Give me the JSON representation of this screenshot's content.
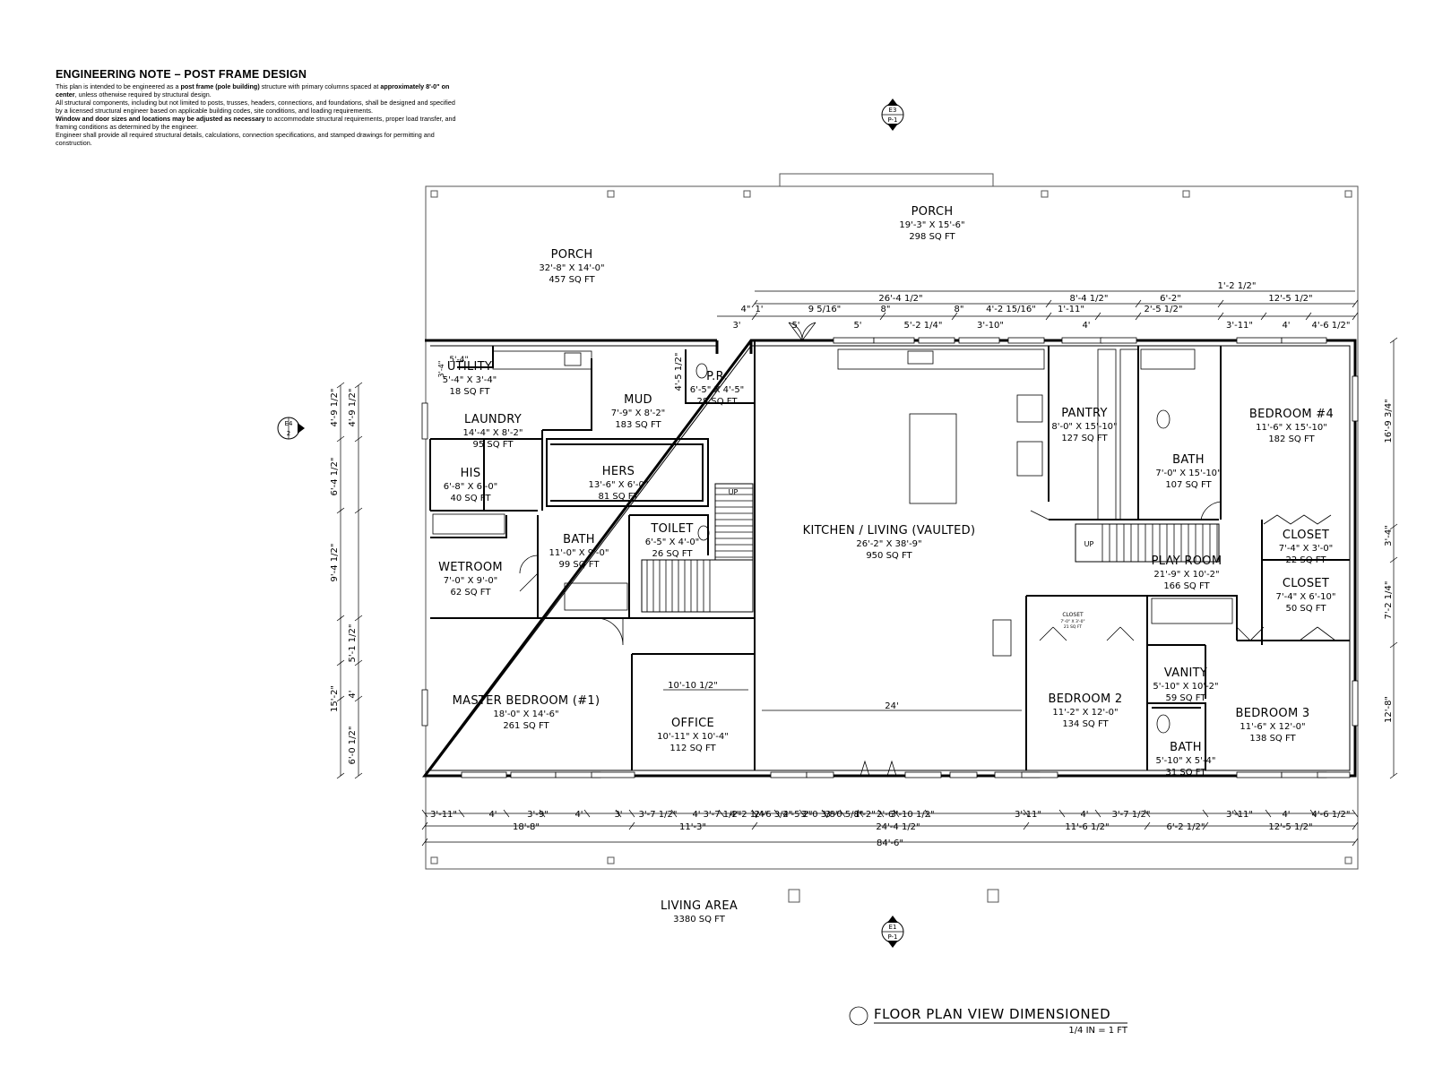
{
  "note": {
    "title": "ENGINEERING NOTE – POST FRAME DESIGN",
    "p1_a": "This plan is intended to be engineered as a ",
    "p1_b": "post frame (pole building)",
    "p1_c": " structure with primary columns spaced at ",
    "p1_d": "approximately 8'-0\" on center",
    "p1_e": ", unless otherwise required by structural design.",
    "p2": "All structural components, including but not limited to posts, trusses, headers, connections, and foundations, shall be designed and specified by a licensed structural engineer based on applicable building codes, site conditions, and loading requirements.",
    "p3_a": "Window and door sizes and locations may be adjusted as necessary",
    "p3_b": " to accommodate structural requirements, proper load transfer, and framing conditions as determined by the engineer.",
    "p4": "Engineer shall provide all required structural details, calculations, connection specifications, and stamped drawings for permitting and construction."
  },
  "markers": {
    "top": {
      "a": "E3",
      "b": "P-1"
    },
    "bottom": {
      "a": "E1",
      "b": "P-1"
    },
    "left": {
      "a": "E4",
      "b": "2"
    }
  },
  "rooms": {
    "porch_front": {
      "name": "PORCH",
      "dims": "19'-3\" X 15'-6\"",
      "area": "298 SQ FT"
    },
    "porch_side": {
      "name": "PORCH",
      "dims": "32'-8\" X 14'-0\"",
      "area": "457 SQ FT"
    },
    "utility": {
      "name": "UTILITY",
      "dims": "5'-4\" X 3'-4\"",
      "area": "18 SQ FT"
    },
    "laundry": {
      "name": "LAUNDRY",
      "dims": "14'-4\" X 8'-2\"",
      "area": "95 SQ FT"
    },
    "mud": {
      "name": "MUD",
      "dims": "7'-9\" X 8'-2\"",
      "area": "183 SQ FT"
    },
    "pr": {
      "name": "P.R.",
      "dims": "6'-5\" X 4'-5\"",
      "area": "28 SQ FT"
    },
    "his": {
      "name": "HIS",
      "dims": "6'-8\" X 6'-0\"",
      "area": "40 SQ FT"
    },
    "hers": {
      "name": "HERS",
      "dims": "13'-6\" X 6'-0\"",
      "area": "81 SQ FT"
    },
    "toilet": {
      "name": "TOILET",
      "dims": "6'-5\" X 4'-0\"",
      "area": "26 SQ FT"
    },
    "bath_master": {
      "name": "BATH",
      "dims": "11'-0\" X 9'-0\"",
      "area": "99 SQ FT"
    },
    "wetroom": {
      "name": "WETROOM",
      "dims": "7'-0\" X 9'-0\"",
      "area": "62 SQ FT"
    },
    "master": {
      "name": "MASTER BEDROOM (#1)",
      "dims": "18'-0\" X 14'-6\"",
      "area": "261 SQ FT"
    },
    "office": {
      "name": "OFFICE",
      "dims": "10'-11\" X 10'-4\"",
      "area": "112 SQ FT"
    },
    "kitchen": {
      "name": "KITCHEN / LIVING (VAULTED)",
      "dims": "26'-2\" X 38'-9\"",
      "area": "950 SQ FT"
    },
    "pantry": {
      "name": "PANTRY",
      "dims": "8'-0\" X 15'-10\"",
      "area": "127 SQ FT"
    },
    "bath_4": {
      "name": "BATH",
      "dims": "7'-0\" X 15'-10\"",
      "area": "107 SQ FT"
    },
    "bedroom4": {
      "name": "BEDROOM #4",
      "dims": "11'-6\" X 15'-10\"",
      "area": "182 SQ FT"
    },
    "closet1": {
      "name": "CLOSET",
      "dims": "7'-4\" X 3'-0\"",
      "area": "22 SQ FT"
    },
    "closet2": {
      "name": "CLOSET",
      "dims": "7'-4\" X 6'-10\"",
      "area": "50 SQ FT"
    },
    "playroom": {
      "name": "PLAY ROOM",
      "dims": "21'-9\" X 10'-2\"",
      "area": "166 SQ FT"
    },
    "vanity": {
      "name": "VANITY",
      "dims": "5'-10\" X 10'-2\"",
      "area": "59 SQ FT"
    },
    "bedroom2": {
      "name": "BEDROOM 2",
      "dims": "11'-2\" X 12'-0\"",
      "area": "134 SQ FT"
    },
    "bedroom3": {
      "name": "BEDROOM 3",
      "dims": "11'-6\" X 12'-0\"",
      "area": "138 SQ FT"
    },
    "bath_3": {
      "name": "BATH",
      "dims": "5'-10\" X 5'-4\"",
      "area": "31 SQ FT"
    },
    "closet_small": {
      "name": "CLOSET",
      "dims": "7'-0\" X 3'-0\"",
      "area": "21 SQ FT"
    }
  },
  "dims_top": {
    "r1": [
      "1'-2 1/2\""
    ],
    "r2": [
      "26'-4 1/2\"",
      "8'-4 1/2\"",
      "6'-2\"",
      "12'-5 1/2\""
    ],
    "r3": [
      "4\"",
      "1'",
      "9 5/16\"",
      "8\"",
      "8\"",
      "4'-2 15/16\"",
      "1'-11\"",
      "2'-5 1/2\""
    ],
    "r4": [
      "3'",
      "5'",
      "5'",
      "5'-2 1/4\"",
      "3'-10\"",
      "4'",
      "3'-11\"",
      "4'",
      "4'-6 1/2\""
    ]
  },
  "dims_bottom": {
    "r1": [
      "3'-11\"",
      "4'",
      "3'-9\"",
      "4'",
      "3'",
      "3'-7 1/2\"",
      "4'",
      "3'-7 1/2\"",
      "4'-2 1/4\"",
      "2'-6 3/4\"",
      "2'-5 2\"",
      "3'-0 3/8\"",
      "3'-0 5/8\"",
      "1'-2\"",
      "2'-6\"",
      "3'-10 1/2\"",
      "3'-11\"",
      "4'",
      "3'-7 1/2\"",
      "3'-11\"",
      "4'",
      "4'-6 1/2\""
    ],
    "r2": [
      "18'-8\"",
      "11'-3\"",
      "24'-4 1/2\"",
      "11'-6 1/2\"",
      "6'-2 1/2\"",
      "12'-5 1/2\""
    ],
    "r3": [
      "84'-6\""
    ]
  },
  "dims_left": {
    "outer": [
      "4'-9 1/2\"",
      "6'-4 1/2\"",
      "9'-4 1/2\"",
      "15'-2\""
    ],
    "inner": [
      "4'-9 1/2\"",
      "5'-1 1/2\"",
      "4'",
      "6'-0 1/2\""
    ],
    "pr": "4'-5 1/2\"",
    "utility": [
      "5'-4\"",
      "3'-4\""
    ]
  },
  "dims_right": [
    "16'-9 3/4\"",
    "3'-4\"",
    "7'-2 1/4\"",
    "12'-8\""
  ],
  "interior_dims": {
    "office_w": "10'-10 1/2\"",
    "living_w": "24'"
  },
  "stairs": {
    "up1": "UP",
    "up2": "UP"
  },
  "living_area": {
    "label": "LIVING AREA",
    "value": "3380 SQ FT"
  },
  "view_title": {
    "title": "FLOOR PLAN VIEW DIMENSIONED",
    "scale": "1/4 IN = 1 FT"
  }
}
